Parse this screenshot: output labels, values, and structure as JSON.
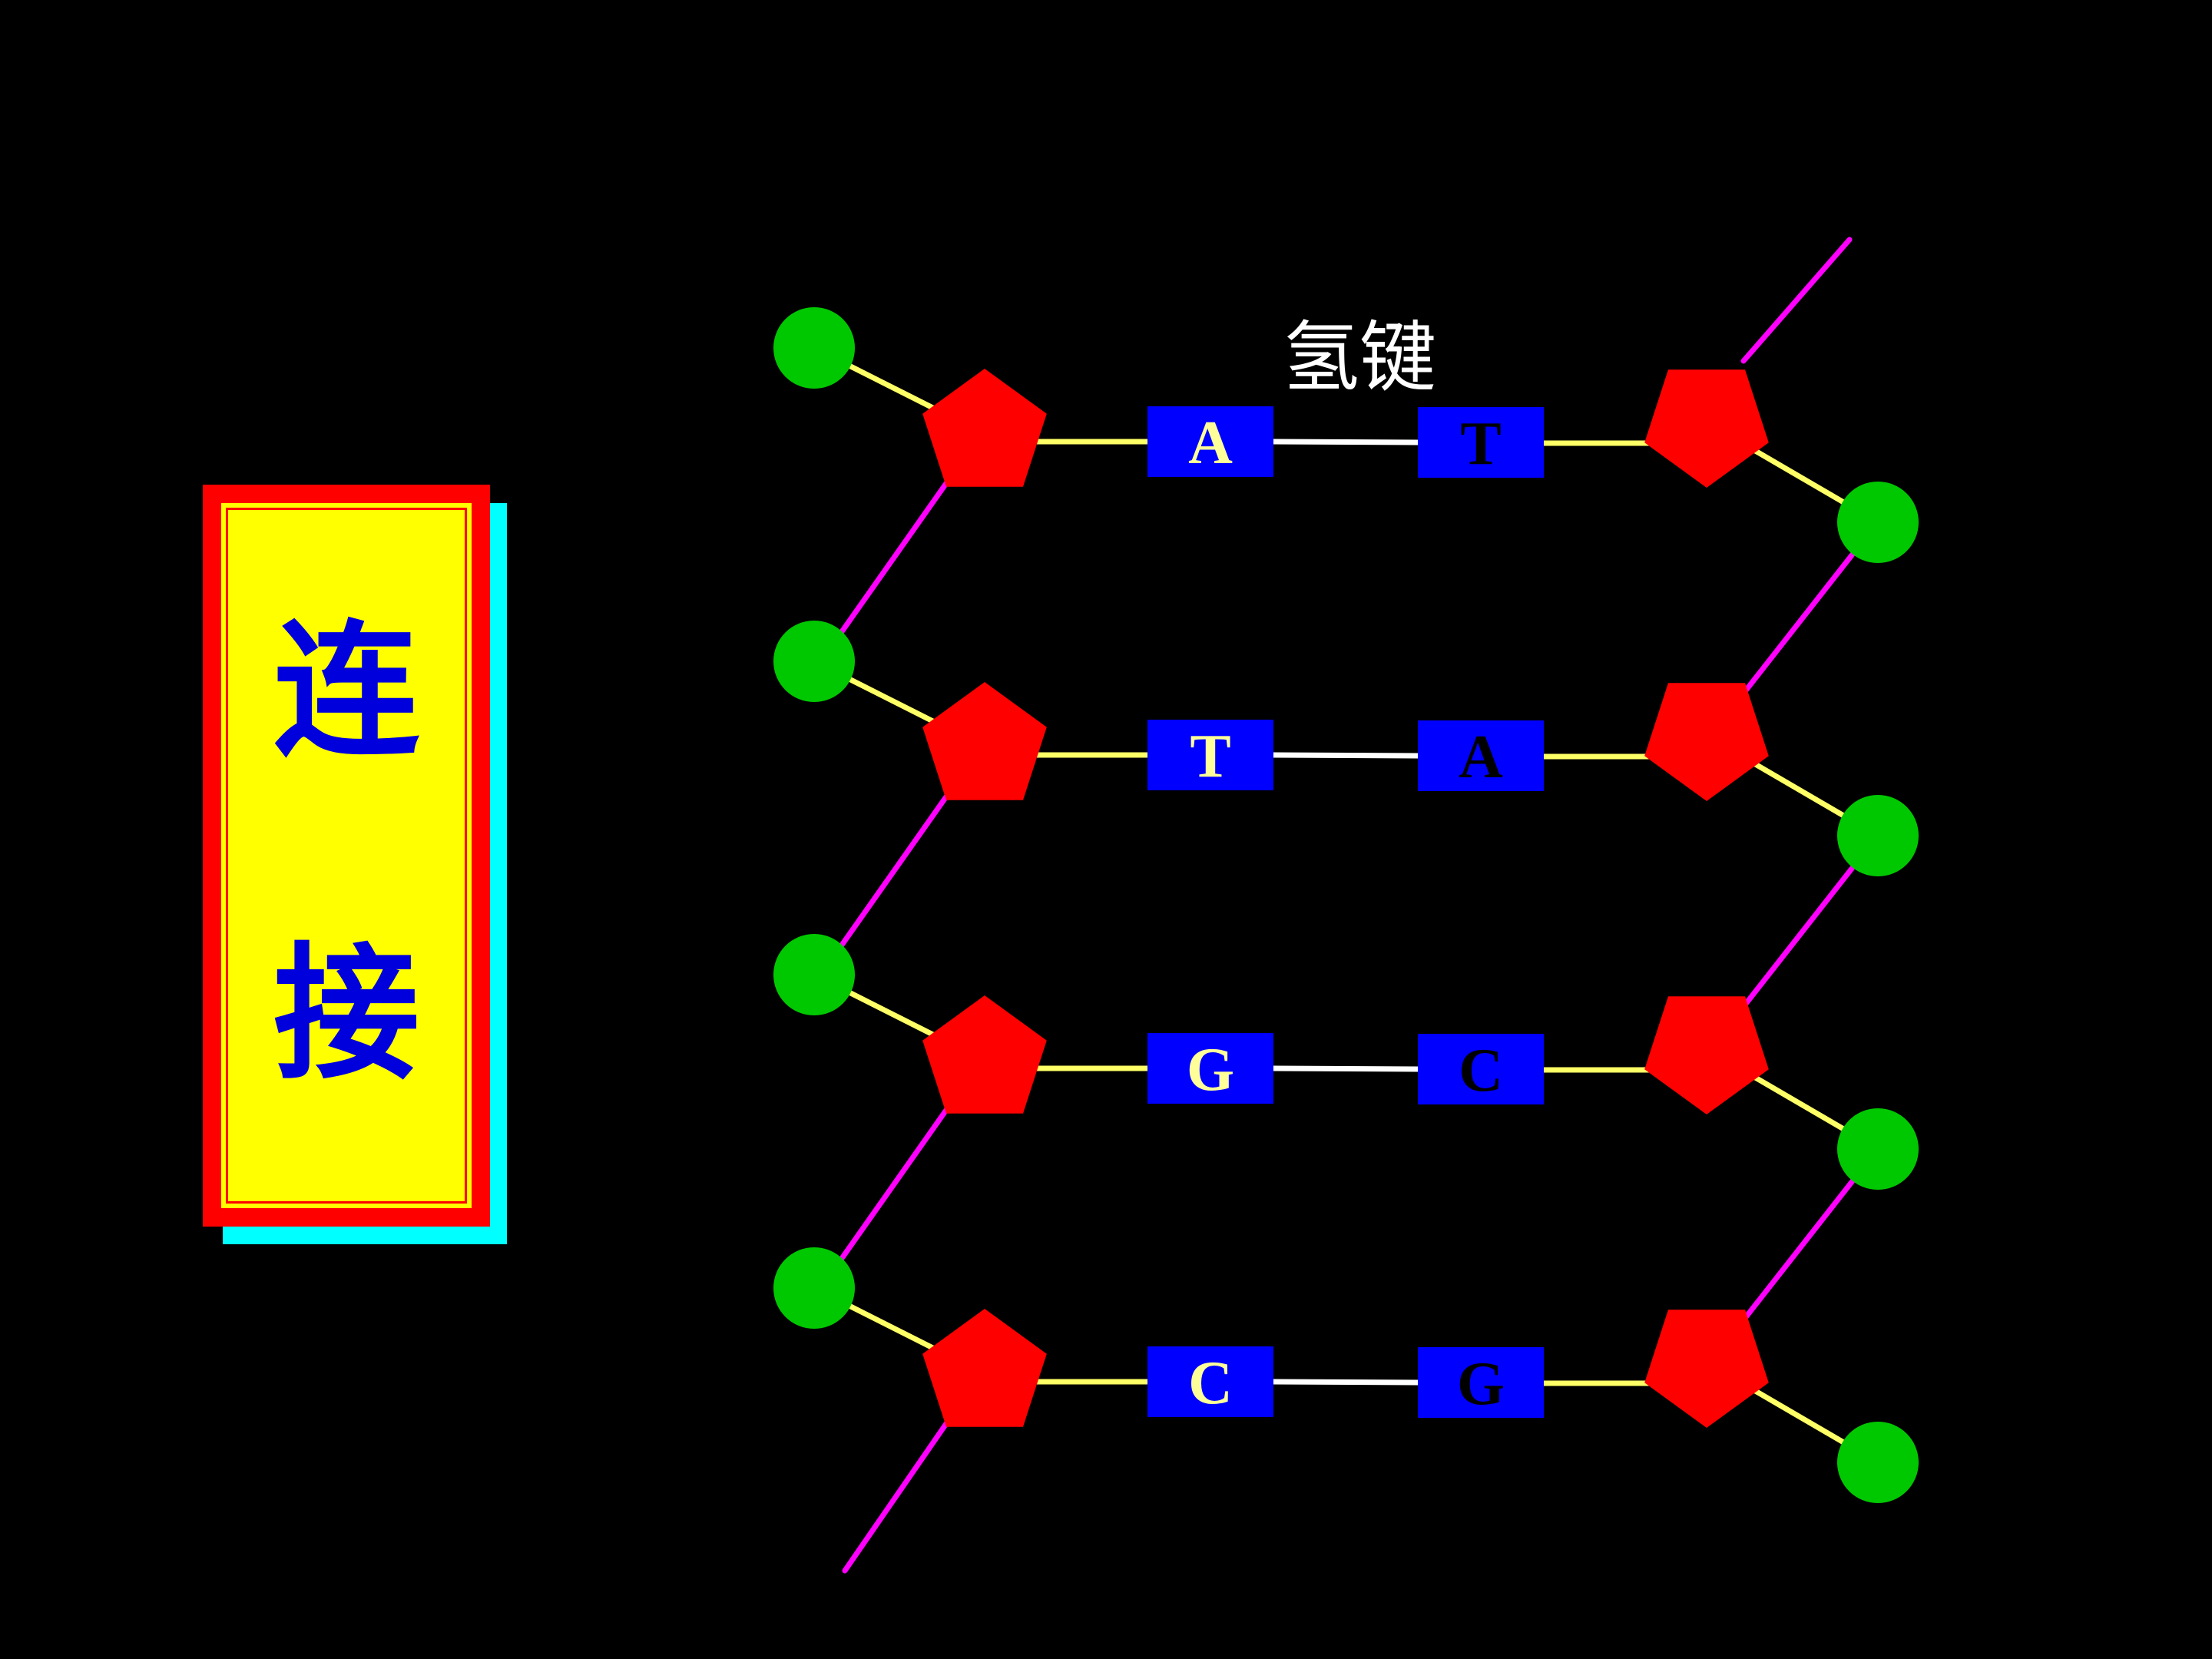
{
  "title": {
    "chars": [
      "连",
      "接"
    ]
  },
  "diagram": {
    "hydrogen_bond_label": "氢键",
    "base_pairs": [
      {
        "left": "A",
        "right": "T"
      },
      {
        "left": "T",
        "right": "A"
      },
      {
        "left": "G",
        "right": "C"
      },
      {
        "left": "C",
        "right": "G"
      }
    ]
  },
  "colors": {
    "background": "#000000",
    "phosphate": "#00c800",
    "sugar": "#ff0000",
    "base_box": "#0000ff",
    "left_base_text": "#ffff99",
    "right_base_text": "#000000",
    "sugar_base_bond": "#ffff66",
    "hydrogen_bond": "#ffffff",
    "backbone_link": "#ff00ff",
    "title_text": "#0000dd"
  }
}
